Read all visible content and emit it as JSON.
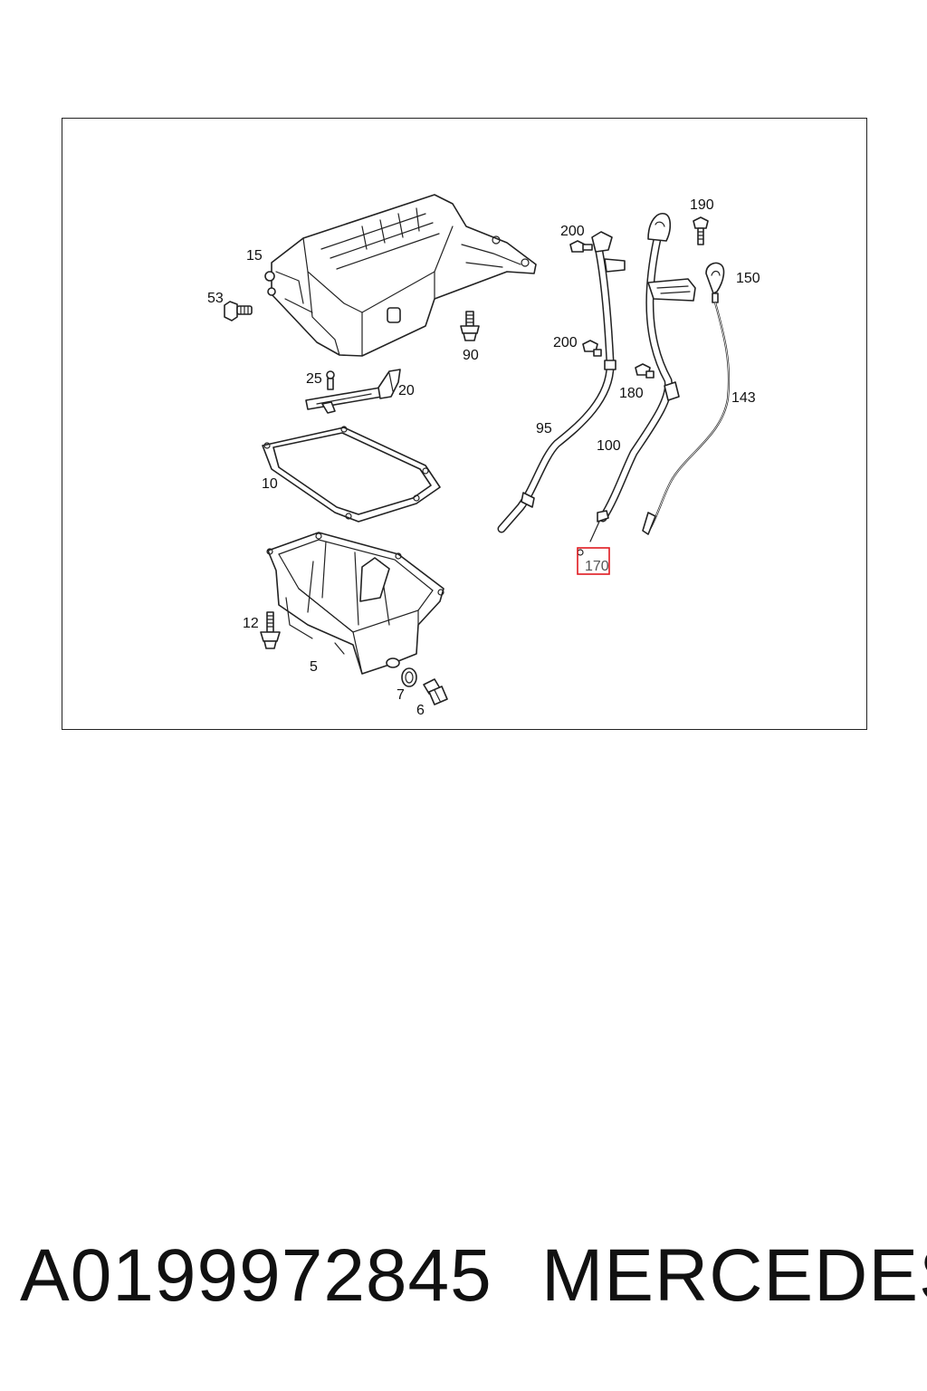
{
  "diagram": {
    "callouts": {
      "c15": "15",
      "c53": "53",
      "c90": "90",
      "c25": "25",
      "c20": "20",
      "c10": "10",
      "c12": "12",
      "c5": "5",
      "c7": "7",
      "c6": "6",
      "c200a": "200",
      "c200b": "200",
      "c190": "190",
      "c150": "150",
      "c180": "180",
      "c143": "143",
      "c95": "95",
      "c100": "100",
      "c170": "170"
    },
    "highlight_color": "#e0191f"
  },
  "footer": {
    "part_number": "A0199972845",
    "brand": "MERCEDES"
  }
}
